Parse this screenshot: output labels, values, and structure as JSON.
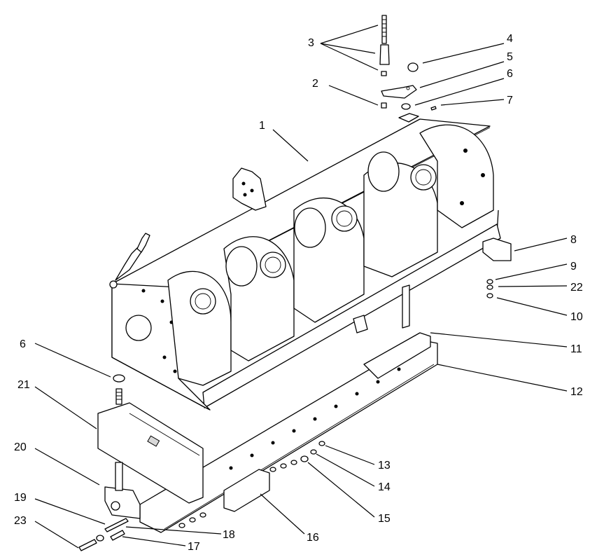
{
  "callouts": [
    {
      "text": "1"
    },
    {
      "text": "2"
    },
    {
      "text": "3"
    },
    {
      "text": "4"
    },
    {
      "text": "5"
    },
    {
      "text": "6"
    },
    {
      "text": "7"
    },
    {
      "text": "8"
    },
    {
      "text": "9"
    },
    {
      "text": "22"
    },
    {
      "text": "10"
    },
    {
      "text": "11"
    },
    {
      "text": "12"
    },
    {
      "text": "6"
    },
    {
      "text": "21"
    },
    {
      "text": "20"
    },
    {
      "text": "13"
    },
    {
      "text": "14"
    },
    {
      "text": "15"
    },
    {
      "text": "16"
    },
    {
      "text": "19"
    },
    {
      "text": "18"
    },
    {
      "text": "23"
    },
    {
      "text": "17"
    }
  ]
}
